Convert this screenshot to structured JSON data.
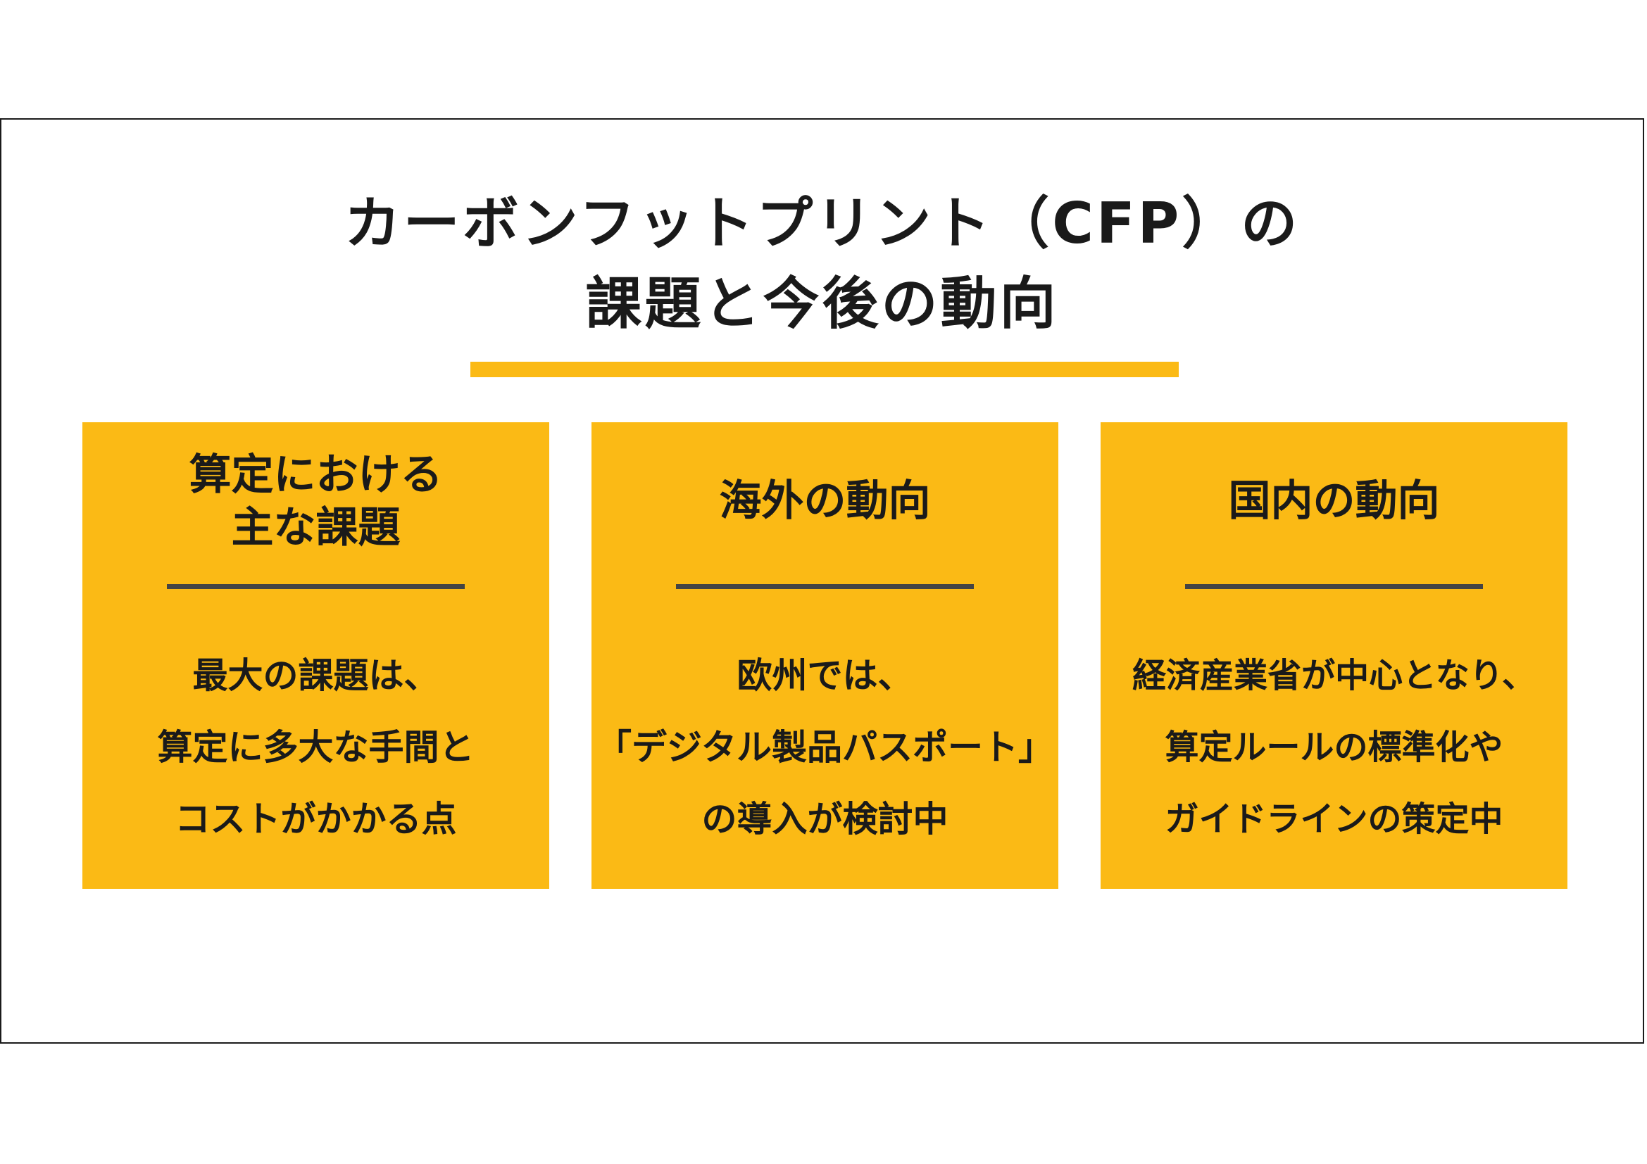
{
  "colors": {
    "accent": "#FBBA15",
    "divider": "#444444",
    "text": "#1a1a1a",
    "border": "#1a1a1a"
  },
  "title": {
    "line1": "カーボンフットプリント（CFP）の",
    "line2": "課題と今後の動向"
  },
  "cards": [
    {
      "heading": [
        "算定における",
        "主な課題"
      ],
      "body": [
        "最大の課題は、",
        "算定に多大な手間と",
        "コストがかかる点"
      ]
    },
    {
      "heading": [
        "海外の動向"
      ],
      "body": [
        "欧州では、",
        "「デジタル製品パスポート」",
        "の導入が検討中"
      ]
    },
    {
      "heading": [
        "国内の動向"
      ],
      "body": [
        "経済産業省が中心となり、",
        "算定ルールの標準化や",
        "ガイドラインの策定中"
      ]
    }
  ]
}
